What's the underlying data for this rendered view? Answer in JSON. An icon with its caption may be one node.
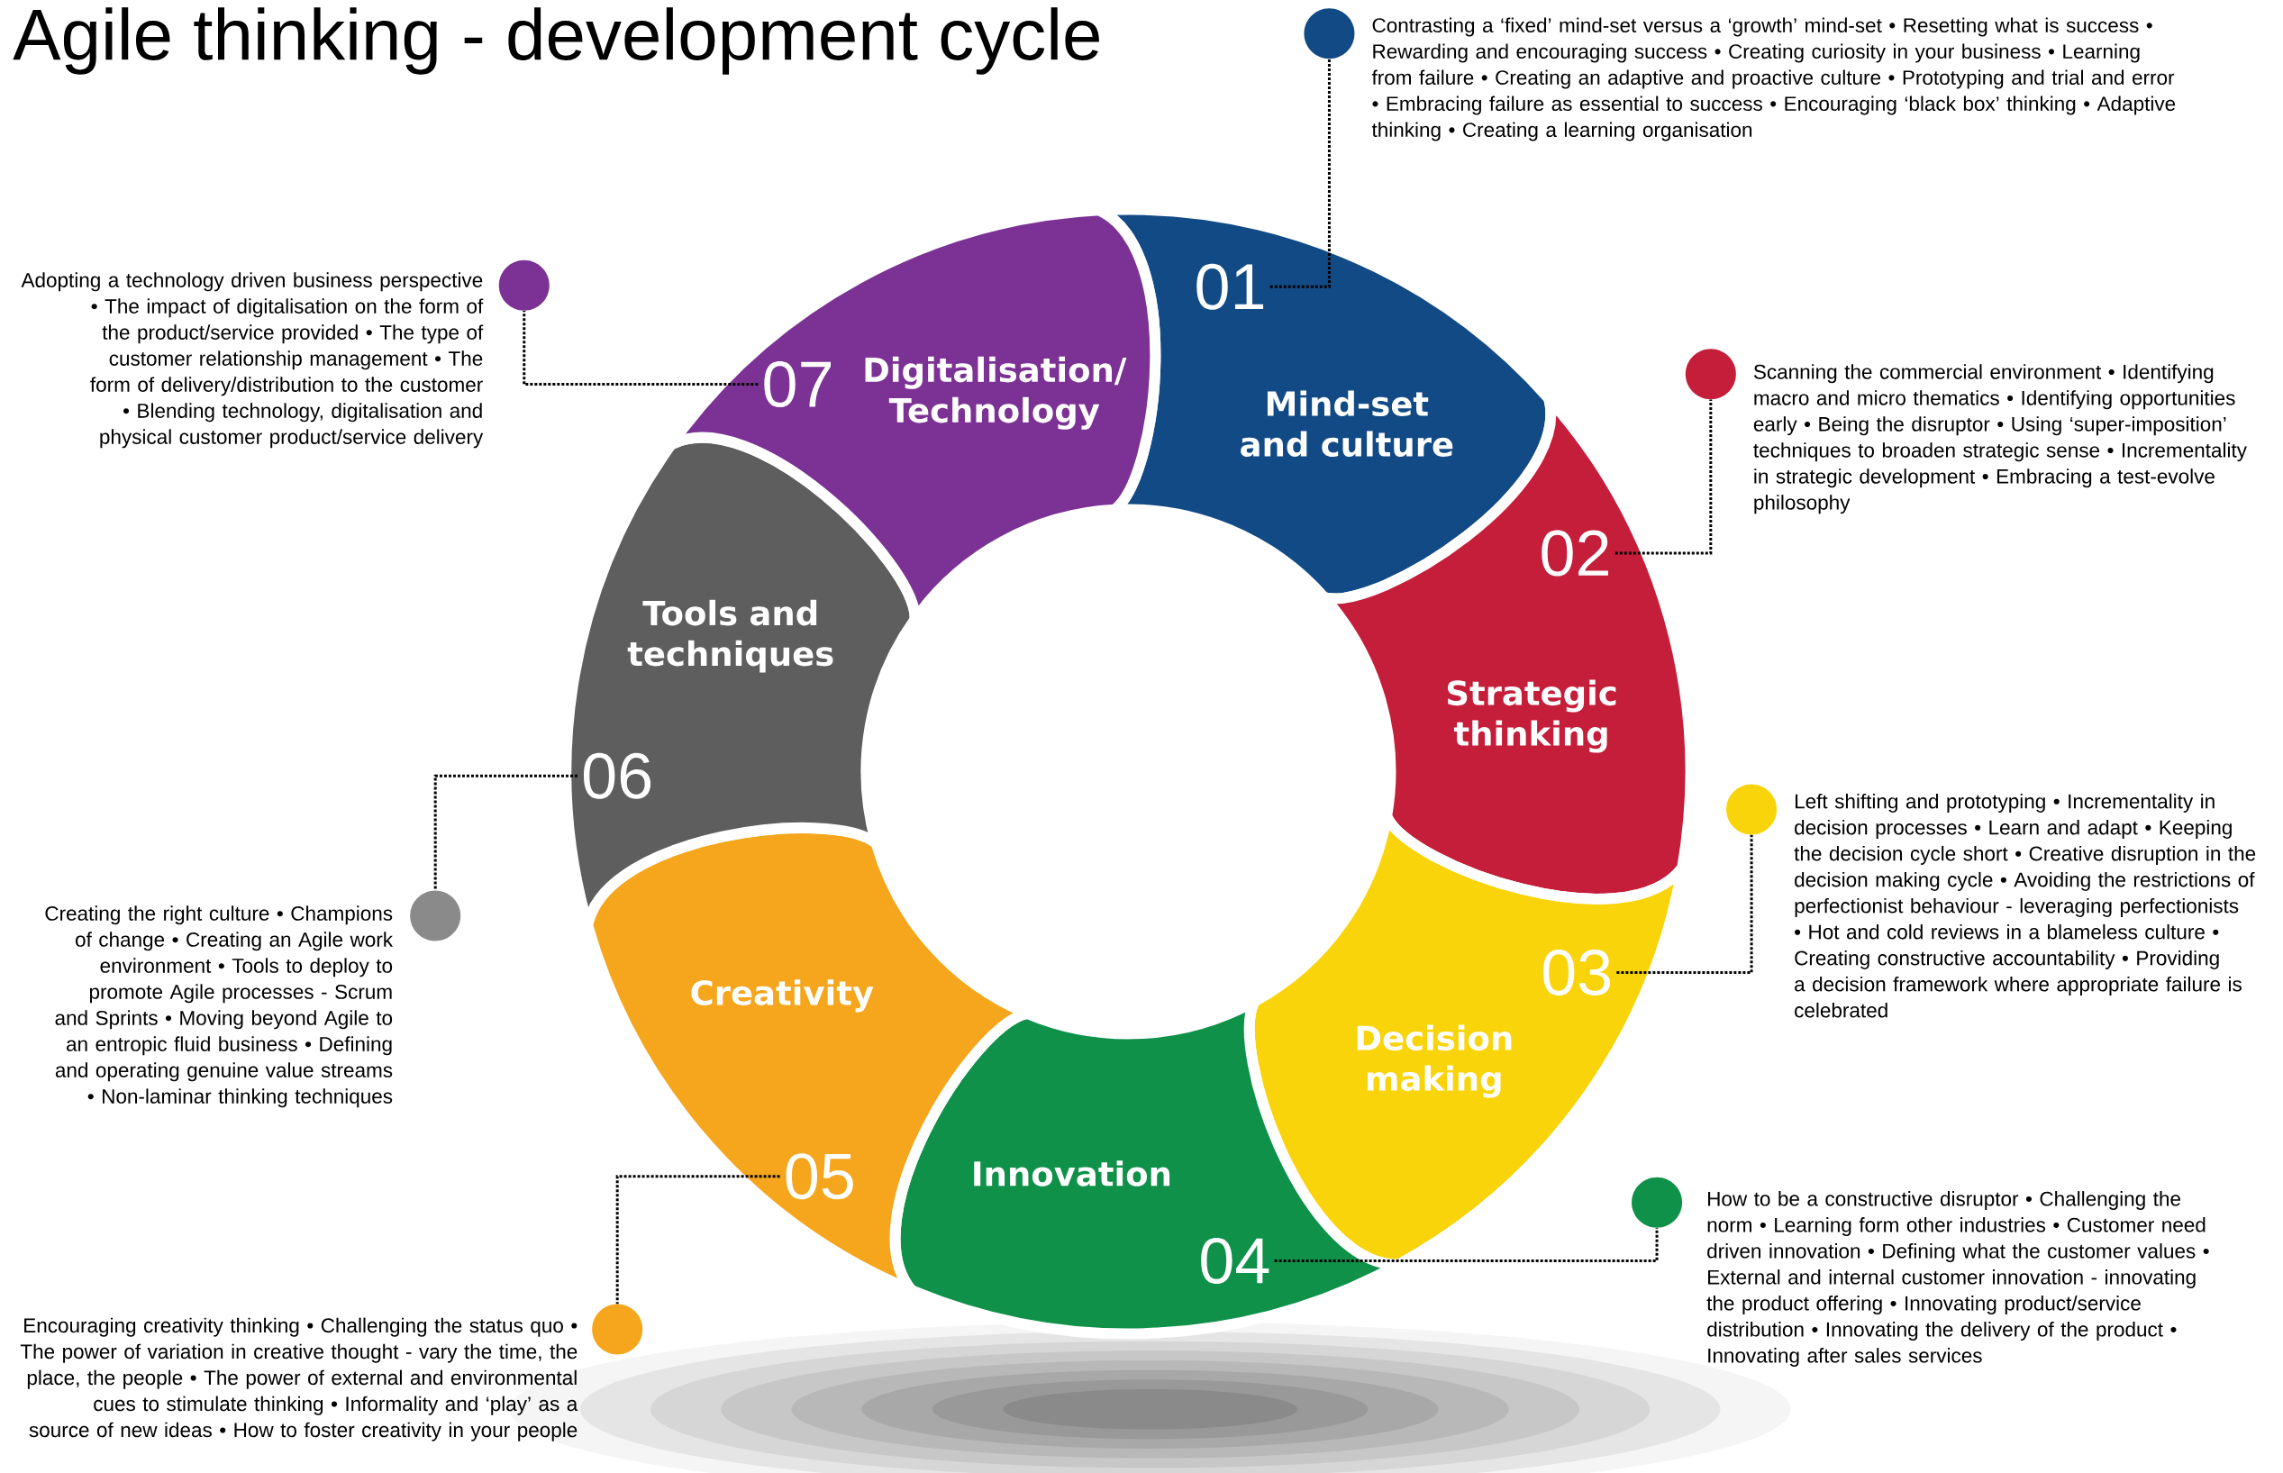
{
  "diagram": {
    "title": "Agile thinking - development cycle",
    "nodes": [
      {
        "text": [
          "01",
          "Mind-set and culture"
        ]
      },
      {
        "text": [
          "02",
          "Strategic thinking"
        ]
      },
      {
        "text": [
          "03",
          "Decision making"
        ]
      },
      {
        "text": [
          "Innovation",
          "04"
        ]
      },
      {
        "text": [
          "Creativity",
          "05"
        ]
      },
      {
        "text": [
          "Tools and techniques",
          "06"
        ]
      },
      {
        "text": [
          "07",
          "Digitalisation/ Technology"
        ]
      },
      {
        "text": [],
        "shape": "circle",
        "beside": [
          "Contrasting a ‘fixed’ mind-set versus a ‘growth’ mind-set • Resetting what is success • Rewarding and encouraging success • Creating curiosity in your business • Learning from failure • Creating an adaptive and proactive culture • Prototyping and trial and error • Embracing failure as essential to success • Encouraging ‘black box’ thinking • Adaptive thinking • Creating a learning organisation"
        ]
      },
      {
        "text": [],
        "shape": "circle",
        "beside": [
          "Scanning the commercial environment • Identifying macro and micro thematics • Identifying opportunities early • Being the disruptor • Using ‘super-imposition’ techniques to broaden strategic sense • Incrementality in strategic development • Embracing a test-evolve philosophy"
        ]
      },
      {
        "text": [],
        "shape": "circle",
        "beside": [
          "Left shifting and prototyping • Incrementality in decision processes • Learn and adapt • Keeping the decision cycle short • Creative disruption in the decision making cycle • Avoiding the restrictions of perfectionist behaviour - leveraging perfectionists • Hot and cold reviews in a blameless culture • Creating constructive accountability • Providing a decision framework where appropriate failure is celebrated"
        ]
      },
      {
        "text": [],
        "shape": "circle",
        "beside": [
          "How to be a constructive disruptor • Challenging the norm • Learning form other industries • Customer need driven innovation • Defining what the customer values • External and internal customer innovation - innovating the product offering • Innovating product/service distribution • Innovating the delivery of the product • Innovating after sales services"
        ]
      },
      {
        "text": [],
        "shape": "circle",
        "beside": [
          "Encouraging creativity thinking • Challenging the status quo • The power of variation in creative thought - vary the time, the place, the people • The power of external and environmental cues to stimulate thinking • Informality and ‘play’ as a source of new ideas • How to foster creativity in your people"
        ]
      },
      {
        "text": [],
        "shape": "circle",
        "beside": [
          "Creating the right culture • Champions of change • Creating an Agile work environment • Tools to deploy to promote Agile processes - Scrum and Sprints • Moving beyond Agile to an entropic fluid business • Defining and operating genuine value streams • Non-laminar thinking techniques"
        ]
      },
      {
        "text": [],
        "shape": "circle",
        "beside": [
          "Adopting a technology driven business perspective • The impact of digitalisation on the form of the product/service provided • The type of customer relationship management • The form of delivery/distribution to the customer • Blending technology, digitalisation and physical customer product/service delivery"
        ]
      }
    ],
    "edges": [
      {
        "from": 0,
        "to": 7,
        "arrow": "none"
      },
      {
        "from": 1,
        "to": 8,
        "arrow": "none"
      },
      {
        "from": 2,
        "to": 9,
        "arrow": "none"
      },
      {
        "from": 3,
        "to": 10,
        "arrow": "none"
      },
      {
        "from": 4,
        "to": 11,
        "arrow": "none"
      },
      {
        "from": 5,
        "to": 12,
        "arrow": "none"
      },
      {
        "from": 6,
        "to": 13,
        "arrow": "none"
      }
    ]
  }
}
